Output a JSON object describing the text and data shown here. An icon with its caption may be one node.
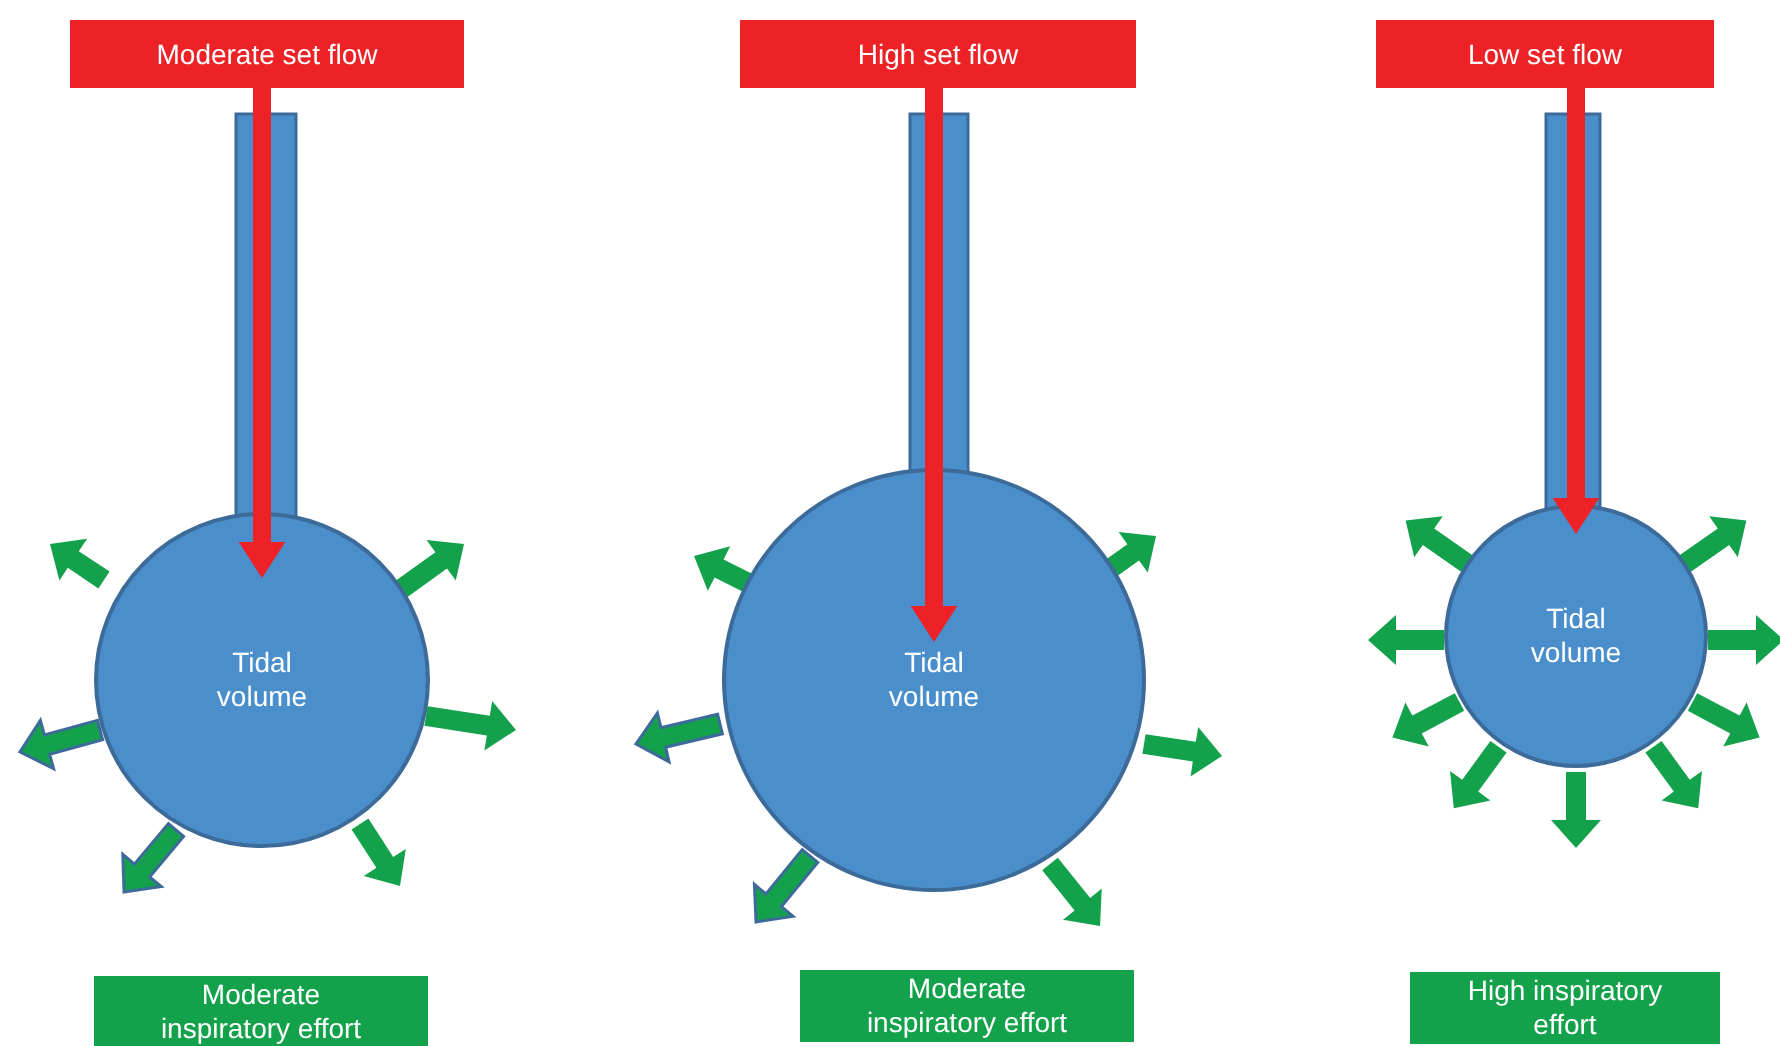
{
  "diagram": {
    "nodes": [
      {
        "text": [
          "Moderate set flow"
        ]
      },
      {
        "text": [
          "Tidal volume"
        ]
      },
      {
        "text": [
          "Moderate inspiratory effort"
        ]
      },
      {
        "text": [
          "High set flow"
        ]
      },
      {
        "text": [
          "Tidal volume"
        ]
      },
      {
        "text": [
          "Moderate inspiratory effort"
        ]
      },
      {
        "text": [
          "Low set flow"
        ]
      },
      {
        "text": [
          "Tidal volume"
        ]
      },
      {
        "text": [
          "High inspiratory effort"
        ]
      }
    ],
    "edges": [
      {
        "from": 0,
        "to": 1,
        "arrow": "to"
      },
      {
        "from": 3,
        "to": 4,
        "arrow": "to"
      },
      {
        "from": 6,
        "to": 7,
        "arrow": "to"
      }
    ]
  }
}
